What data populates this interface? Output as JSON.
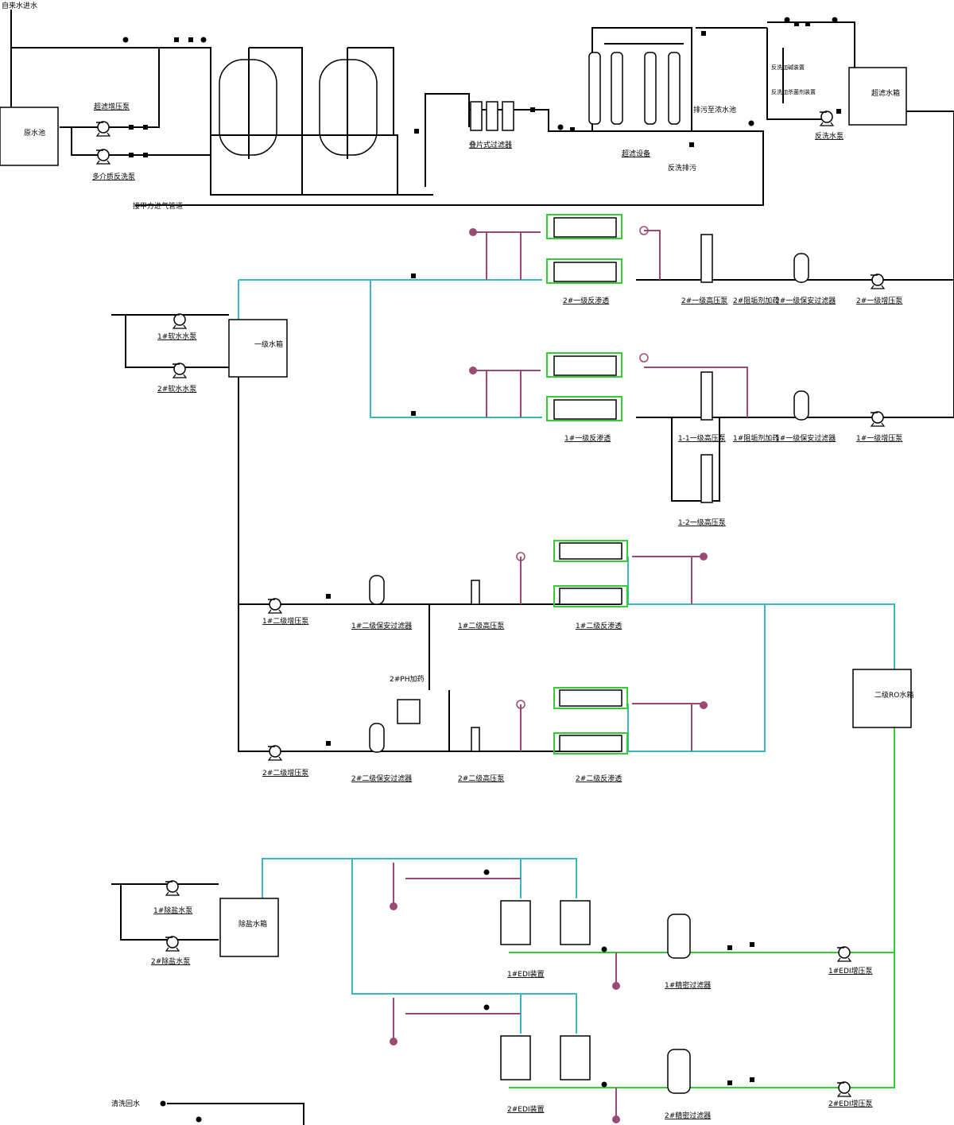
{
  "labels": {
    "tap_water_inlet": "自来水进水",
    "raw_water_pool": "原水池",
    "uf_booster_pump": "超滤增压泵",
    "multimedia_backwash_pump": "多介质反洗泵",
    "air_pipe": "接甲方进气管道",
    "disc_filter": "叠片式过滤器",
    "uf_equipment": "超滤设备",
    "backwash_drain": "反洗排污",
    "drain_to_concentrate": "排污至浓水池",
    "backwash_alkali": "反洗加碱装置",
    "backwash_chlorine": "反洗加杀菌剂装置",
    "uf_water_tank": "超滤水箱",
    "backwash_pump": "反洗水泵",
    "ro2_first": "2#一级反渗透",
    "ro2_hp_pump": "2#一级高压泵",
    "antiscalant_2": "2#阻垢剂加药",
    "safety_filter_2": "2#一级保安过滤器",
    "booster_2": "2#一级增压泵",
    "ro1_first": "1#一级反渗透",
    "hp_1_1": "1-1一级高压泵",
    "antiscalant_1": "1#阻垢剂加药",
    "safety_filter_1": "1#一级保安过滤器",
    "booster_1": "1#一级增压泵",
    "hp_1_2": "1-2一级高压泵",
    "soft_pump_1": "1#软水水泵",
    "soft_pump_2": "2#软水水泵",
    "primary_tank": "一级水箱",
    "second_booster_1": "1#二级增压泵",
    "second_safety_1": "1#二级保安过滤器",
    "second_hp_1": "1#二级高压泵",
    "second_ro_1": "1#二级反渗透",
    "ph_dosing": "2#PH加药",
    "second_booster_2": "2#二级增压泵",
    "second_safety_2": "2#二级保安过滤器",
    "second_hp_2": "2#二级高压泵",
    "second_ro_2": "2#二级反渗透",
    "second_ro_tank": "二级RO水箱",
    "desalt_pump_1": "1#除盐水泵",
    "desalt_pump_2": "2#除盐水泵",
    "desalt_tank": "除盐水箱",
    "edi_1": "1#EDI装置",
    "edi_2": "2#EDI装置",
    "precision_filter_1": "1#精密过滤器",
    "precision_filter_2": "2#精密过滤器",
    "edi_booster_1": "1#EDI增压泵",
    "edi_booster_2": "2#EDI增压泵",
    "cleaning_return": "清洗回水"
  },
  "colors": {
    "line_main": "#000000",
    "line_cyan": "#3bb7c4",
    "line_purple": "#9b4a73",
    "line_green": "#33cc33"
  }
}
